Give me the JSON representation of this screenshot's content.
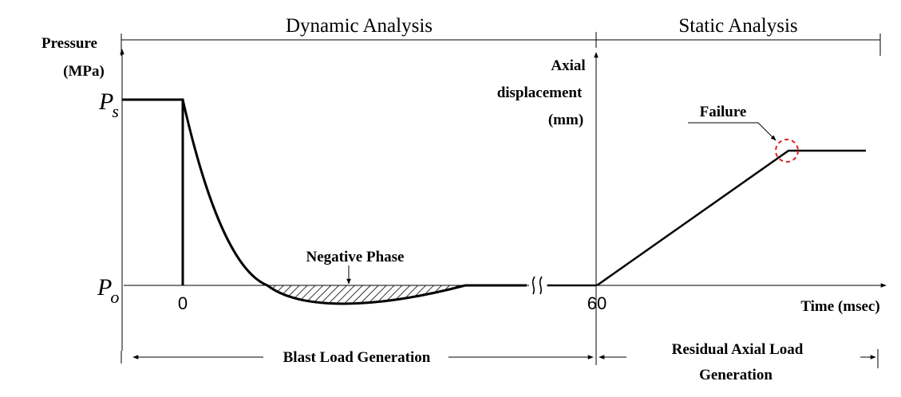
{
  "titles": {
    "dynamic": "Dynamic Analysis",
    "static": "Static Analysis"
  },
  "left_axis": {
    "label_line1": "Pressure",
    "label_line2": "(MPa)",
    "ps_main": "P",
    "ps_sub": "s",
    "po_main": "P",
    "po_sub": "o"
  },
  "right_axis": {
    "label_line1": "Axial",
    "label_line2": "displacement",
    "label_line3": "(mm)"
  },
  "x_axis": {
    "label": "Time (msec)",
    "tick_zero": "0",
    "tick_sixty": "60"
  },
  "annotations": {
    "negative_phase": "Negative Phase",
    "failure": "Failure"
  },
  "spans": {
    "blast": "Blast Load Generation",
    "residual_line1": "Residual Axial Load",
    "residual_line2": "Generation"
  },
  "colors": {
    "line": "#000000",
    "failure_marker": "#e02020"
  }
}
